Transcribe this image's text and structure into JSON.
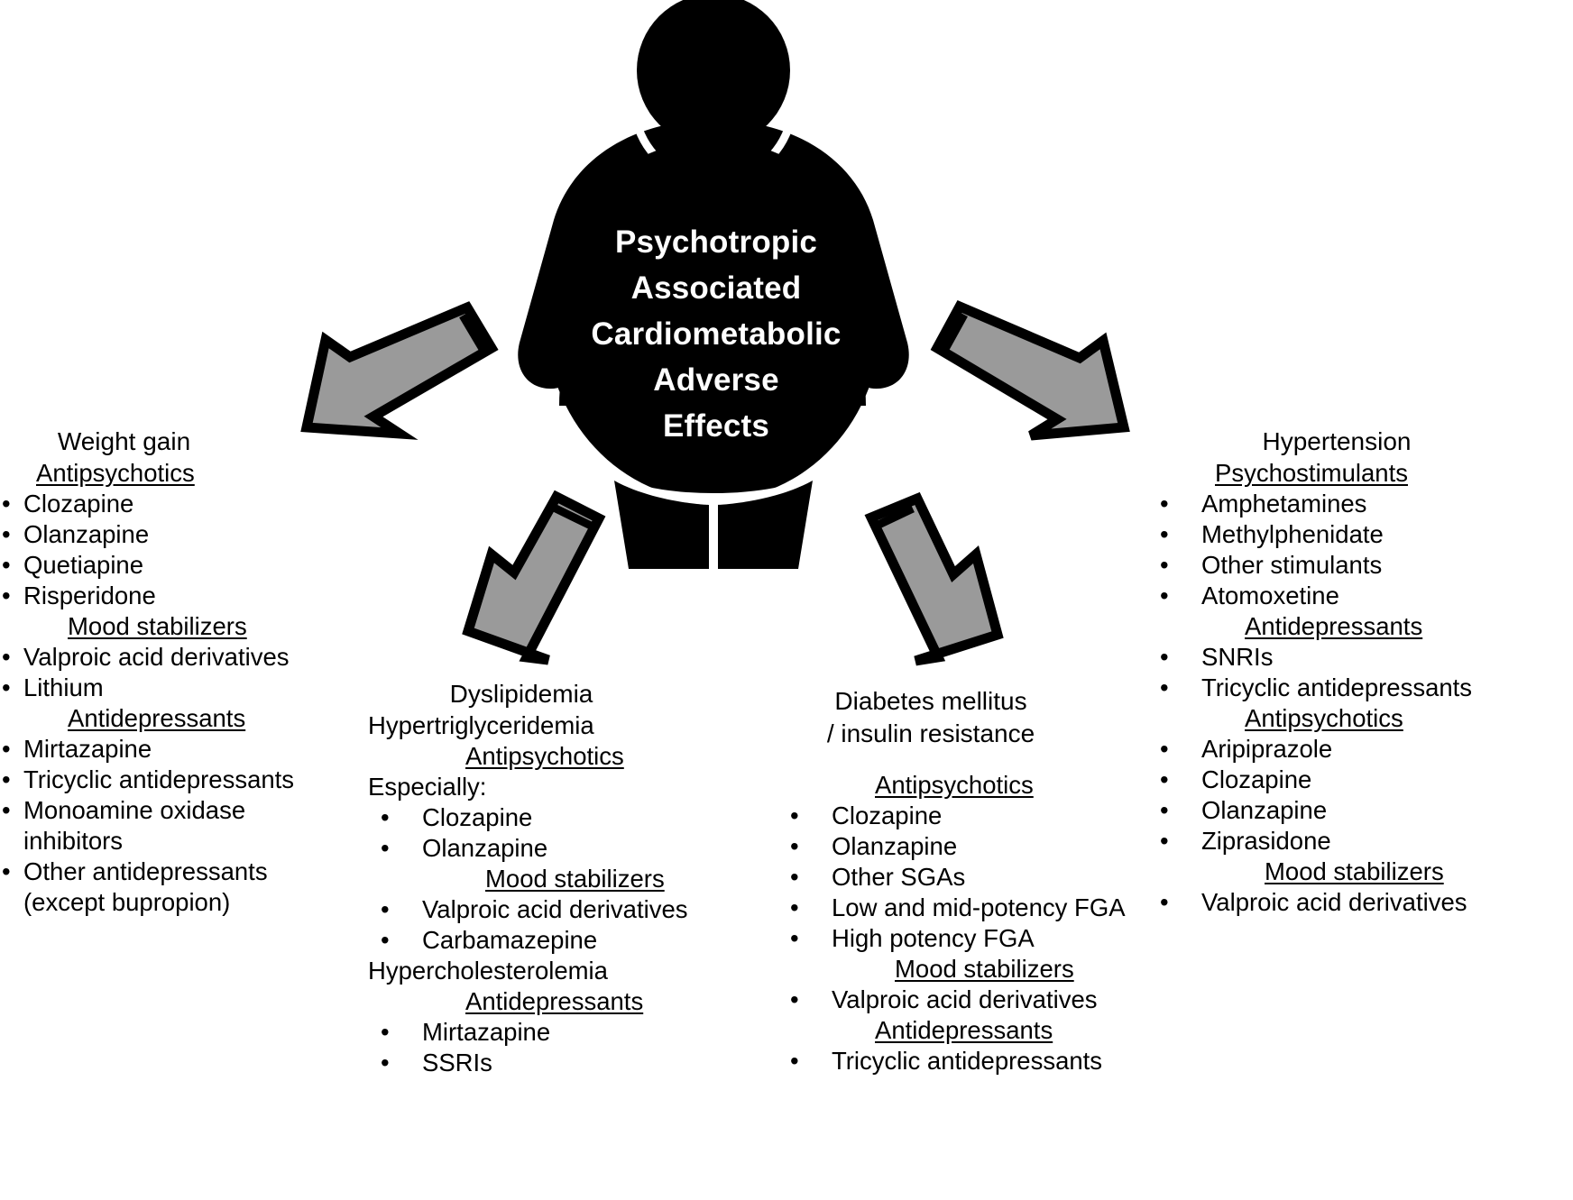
{
  "center": {
    "title_lines": [
      "Psychotropic",
      "Associated",
      "Cardiometabolic",
      "Adverse",
      "Effects"
    ],
    "figure_name": "obese-person-silhouette"
  },
  "colors": {
    "figure": "#000000",
    "arrow_fill": "#9a9a9a",
    "arrow_stroke": "#000000",
    "background": "#ffffff",
    "title_text": "#ffffff",
    "body_text": "#000000"
  },
  "arrows": [
    {
      "name": "arrow-to-weight-gain",
      "direction": "down-left"
    },
    {
      "name": "arrow-to-dyslipidemia",
      "direction": "down-left"
    },
    {
      "name": "arrow-to-diabetes",
      "direction": "down-right"
    },
    {
      "name": "arrow-to-hypertension",
      "direction": "down-right"
    }
  ],
  "columns": {
    "weight_gain": {
      "title": "Weight gain",
      "blocks": [
        {
          "head": "Antipsychotics",
          "head_indent": 1,
          "items": [
            {
              "text": "Clozapine",
              "indent": 0
            },
            {
              "text": "Olanzapine",
              "indent": 0
            },
            {
              "text": "Quetiapine",
              "indent": 0
            },
            {
              "text": "Risperidone",
              "indent": 0
            }
          ]
        },
        {
          "head": "Mood stabilizers",
          "head_indent": 2,
          "items": [
            {
              "text": "Valproic acid derivatives",
              "indent": 0
            },
            {
              "text": "Lithium",
              "indent": 0
            }
          ]
        },
        {
          "head": "Antidepressants",
          "head_indent": 2,
          "items": [
            {
              "text": "Mirtazapine",
              "indent": 0
            },
            {
              "text": "Tricyclic antidepressants",
              "indent": 0
            },
            {
              "text": "Monoamine oxidase inhibitors",
              "indent": 0
            },
            {
              "text": "Other antidepressants (except bupropion)",
              "indent": 0
            }
          ]
        }
      ]
    },
    "dyslipidemia": {
      "title": "Dyslipidemia",
      "subsections": [
        {
          "label": "Hypertriglyceridemia",
          "blocks": [
            {
              "head": "Antipsychotics",
              "head_indent": 3,
              "pre_note": "Especially:",
              "items": [
                {
                  "text": "Clozapine",
                  "indent": 1
                },
                {
                  "text": "Olanzapine",
                  "indent": 1
                }
              ]
            },
            {
              "head": "Mood stabilizers",
              "head_indent": 3,
              "items": [
                {
                  "text": "Valproic acid derivatives",
                  "indent": 1
                },
                {
                  "text": "Carbamazepine",
                  "indent": 1
                }
              ]
            }
          ]
        },
        {
          "label": "Hypercholesterolemia",
          "blocks": [
            {
              "head": "Antidepressants",
              "head_indent": 3,
              "items": [
                {
                  "text": "Mirtazapine",
                  "indent": 1
                },
                {
                  "text": "SSRIs",
                  "indent": 1
                }
              ]
            }
          ]
        }
      ]
    },
    "diabetes": {
      "title": "Diabetes mellitus\n/ insulin resistance",
      "blocks": [
        {
          "head": "Antipsychotics",
          "head_indent": 3,
          "items": [
            {
              "text": "Clozapine",
              "indent": 1
            },
            {
              "text": "Olanzapine",
              "indent": 1
            },
            {
              "text": "Other SGAs",
              "indent": 1
            },
            {
              "text": "Low and mid-potency FGA",
              "indent": 1
            },
            {
              "text": "High potency FGA",
              "indent": 1
            }
          ]
        },
        {
          "head": "Mood stabilizers",
          "head_indent": 3,
          "items": [
            {
              "text": "Valproic acid derivatives",
              "indent": 1
            }
          ]
        },
        {
          "head": "Antidepressants",
          "head_indent": 3,
          "items": [
            {
              "text": "Tricyclic antidepressants",
              "indent": 1
            }
          ]
        }
      ]
    },
    "hypertension": {
      "title": "Hypertension",
      "blocks": [
        {
          "head": "Psychostimulants",
          "head_indent": 2,
          "items": [
            {
              "text": "Amphetamines",
              "indent": 1
            },
            {
              "text": "Methylphenidate",
              "indent": 1
            },
            {
              "text": "Other stimulants",
              "indent": 1
            },
            {
              "text": "Atomoxetine",
              "indent": 1
            }
          ]
        },
        {
          "head": "Antidepressants",
          "head_indent": 3,
          "items": [
            {
              "text": "SNRIs",
              "indent": 1
            },
            {
              "text": "Tricyclic antidepressants",
              "indent": 1
            }
          ]
        },
        {
          "head": "Antipsychotics",
          "head_indent": 3,
          "items": [
            {
              "text": "Aripiprazole",
              "indent": 1
            },
            {
              "text": "Clozapine",
              "indent": 1
            },
            {
              "text": "Olanzapine",
              "indent": 1
            },
            {
              "text": "Ziprasidone",
              "indent": 1
            }
          ]
        },
        {
          "head": "Mood stabilizers",
          "head_indent": 3,
          "items": [
            {
              "text": "Valproic acid derivatives",
              "indent": 1
            }
          ]
        }
      ]
    }
  }
}
